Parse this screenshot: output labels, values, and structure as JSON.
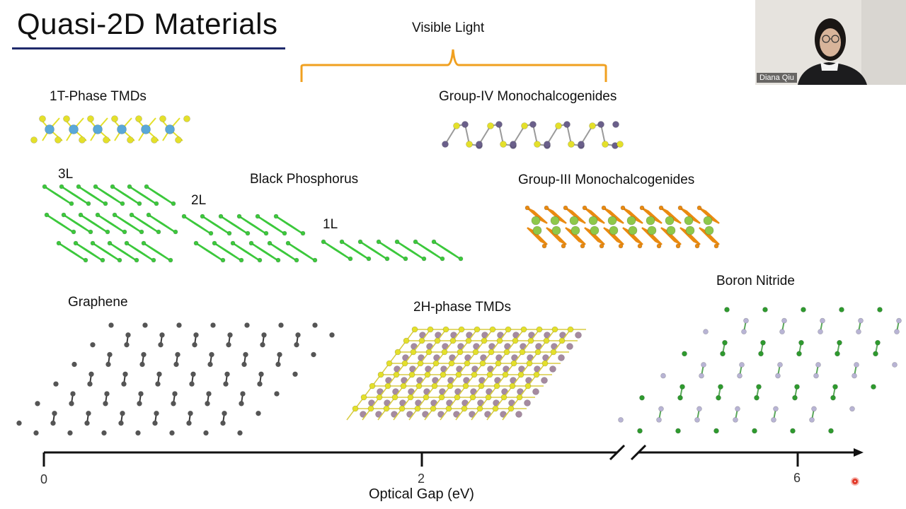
{
  "slide": {
    "title": "Quasi-2D Materials",
    "visible_light": "Visible Light"
  },
  "materials": {
    "t1": "1T-Phase TMDs",
    "group_iv": "Group-IV Monochalcogenides",
    "layer_3l": "3L",
    "black_phosphorus": "Black Phosphorus",
    "group_iii": "Group-III Monochalcogenides",
    "layer_2l": "2L",
    "layer_1l": "1L",
    "boron_nitride": "Boron Nitride",
    "graphene": "Graphene",
    "h2": "2H-phase TMDs"
  },
  "axis": {
    "label": "Optical Gap (eV)",
    "ticks": [
      "0",
      "2",
      "6"
    ]
  },
  "video": {
    "participant_name": "Diana Qiu"
  },
  "colors": {
    "title_rule": "#1f2a6b",
    "visible_bracket": "#f0a020",
    "sulfur": "#e4e02a",
    "metal_blue": "#5aa8d8",
    "chalcogen_purple": "#6a5f8a",
    "phosphorus": "#3cc83c",
    "group_iii_orange": "#ea8a10",
    "group_iii_green": "#8ec84a",
    "graphene_gray": "#555555",
    "tmd_mauve": "#a58aa0",
    "bn_green": "#2e9a2e",
    "bn_lavender": "#b8b4d4"
  }
}
